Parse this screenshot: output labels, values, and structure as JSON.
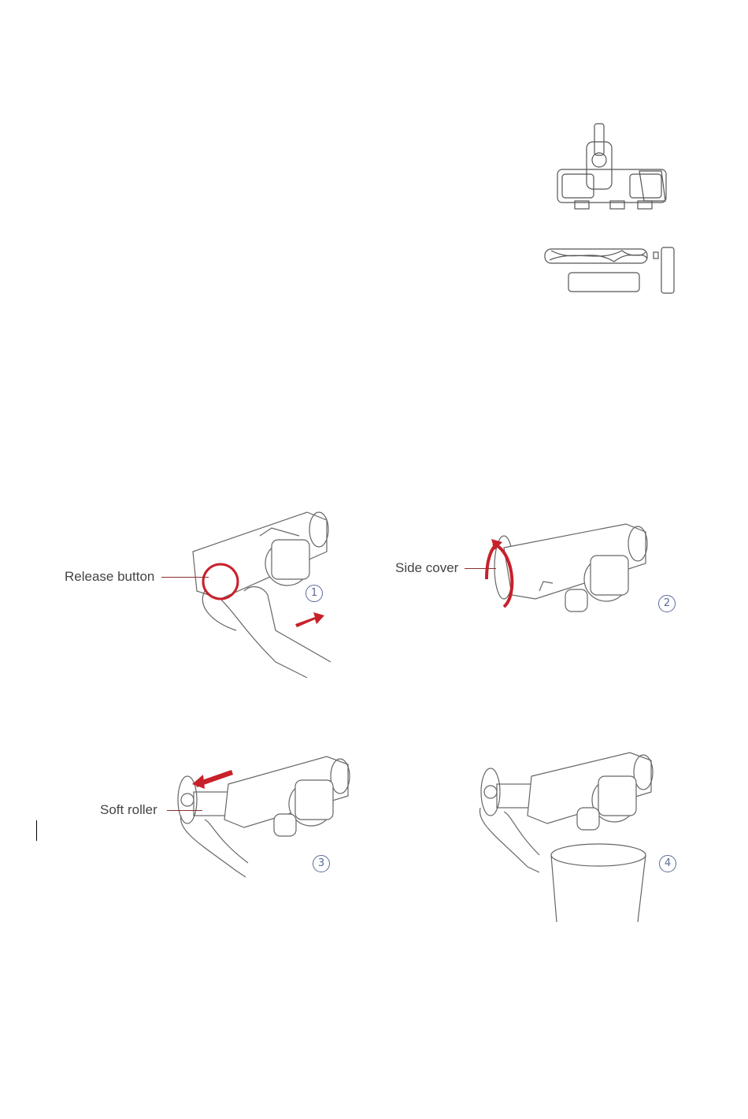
{
  "labels": {
    "release_button": "Release button",
    "side_cover": "Side cover",
    "soft_roller": "Soft roller"
  },
  "steps": {
    "step1": "1",
    "step2": "2",
    "step3": "3",
    "step4": "4"
  },
  "colors": {
    "accent_red": "#c8202a",
    "line_gray": "#6f6f6f",
    "step_blue": "#5a6b9a"
  }
}
